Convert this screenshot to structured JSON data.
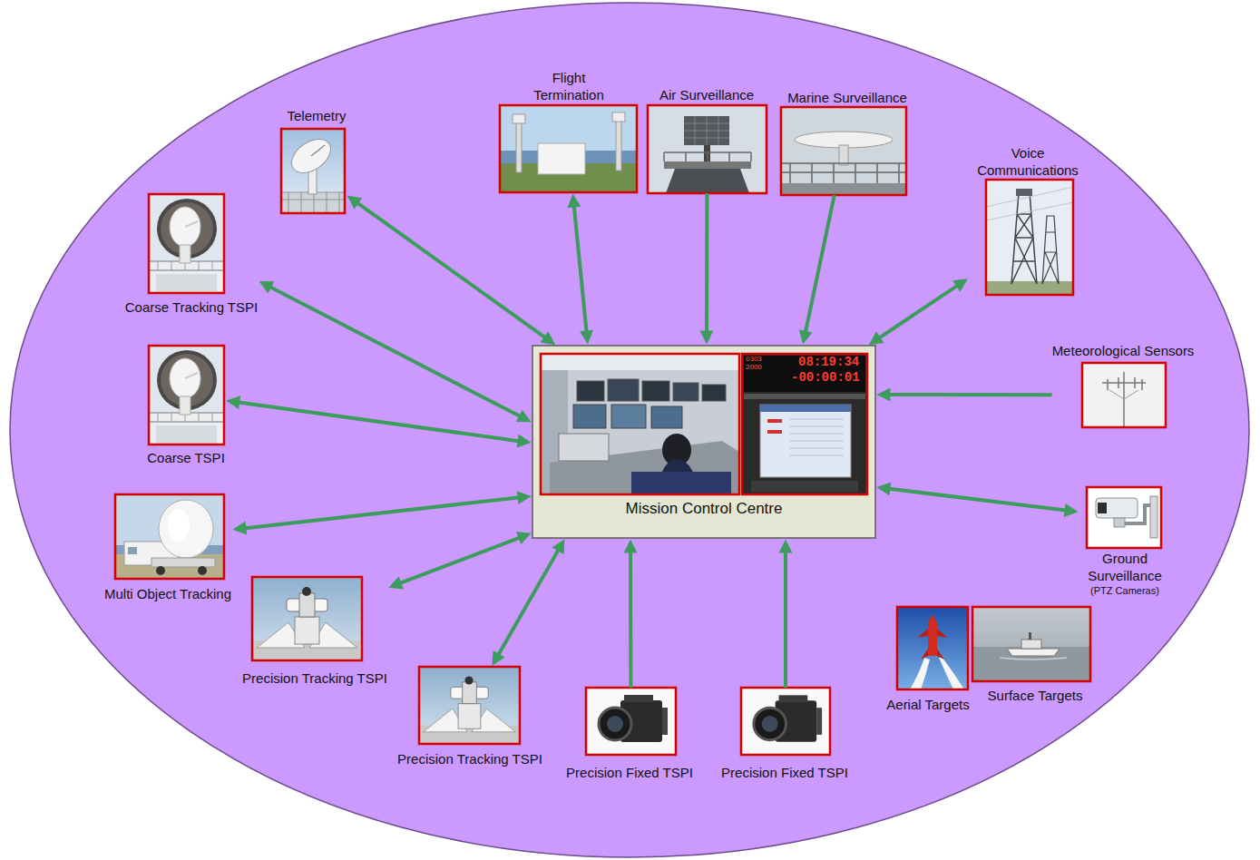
{
  "diagram": {
    "nodes": [
      {
        "text": [
          "Telemetry"
        ]
      },
      {
        "text": [
          "Flight Termination"
        ]
      },
      {
        "text": [
          "Air Surveillance"
        ]
      },
      {
        "text": [
          "Marine Surveillance"
        ]
      },
      {
        "text": [
          "Voice Communications"
        ]
      },
      {
        "text": [
          "Coarse Tracking TSPI"
        ]
      },
      {
        "text": [
          "Coarse TSPI"
        ]
      },
      {
        "text": [
          "Mission Control Centre"
        ]
      },
      {
        "text": [
          "Meteorological Sensors"
        ]
      },
      {
        "text": [
          "Multi Object Tracking"
        ]
      },
      {
        "text": [
          "Ground Surveillance",
          "(PTZ Cameras)"
        ]
      },
      {
        "text": [
          "Precision Tracking TSPI"
        ]
      },
      {
        "text": [
          "Aerial Targets"
        ]
      },
      {
        "text": [
          "Surface Targets"
        ]
      },
      {
        "text": [
          "Precision Tracking TSPI"
        ]
      },
      {
        "text": [
          "Precision Fixed TSPI"
        ]
      },
      {
        "text": [
          "Precision Fixed TSPI"
        ]
      }
    ],
    "edges": [
      {
        "from": 0,
        "to": 7,
        "arrow": "both"
      },
      {
        "from": 1,
        "to": 7,
        "arrow": "both"
      },
      {
        "from": 2,
        "to": 7,
        "arrow": "to"
      },
      {
        "from": 3,
        "to": 7,
        "arrow": "to"
      },
      {
        "from": 4,
        "to": 7,
        "arrow": "both"
      },
      {
        "from": 5,
        "to": 7,
        "arrow": "both"
      },
      {
        "from": 6,
        "to": 7,
        "arrow": "both"
      },
      {
        "from": 8,
        "to": 7,
        "arrow": "to"
      },
      {
        "from": 9,
        "to": 7,
        "arrow": "both"
      },
      {
        "from": 10,
        "to": 7,
        "arrow": "both"
      },
      {
        "from": 11,
        "to": 7,
        "arrow": "both"
      },
      {
        "from": 14,
        "to": 7,
        "arrow": "both"
      },
      {
        "from": 15,
        "to": 7,
        "arrow": "to"
      },
      {
        "from": 16,
        "to": 7,
        "arrow": "to"
      }
    ],
    "labels": [
      "0303",
      "2000",
      "08:19:34",
      "-00:00:01"
    ]
  }
}
